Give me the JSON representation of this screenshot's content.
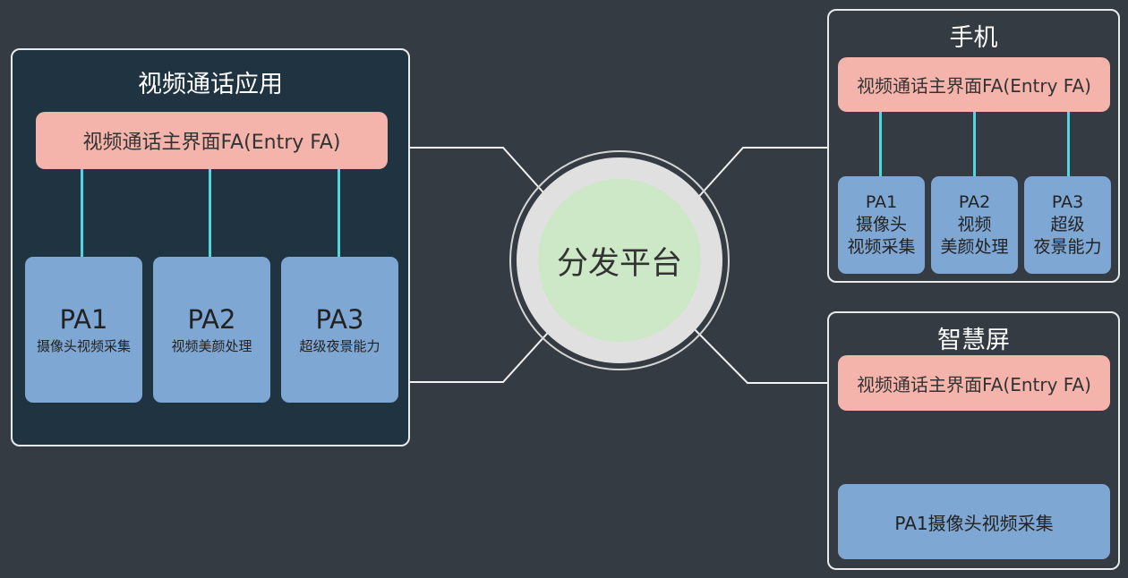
{
  "hub": {
    "label": "分发平台"
  },
  "left_panel": {
    "title": "视频通话应用",
    "fa_label": "视频通话主界面FA(Entry FA)",
    "pas": [
      {
        "id": "PA1",
        "desc": "摄像头视频采集"
      },
      {
        "id": "PA2",
        "desc": "视频美颜处理"
      },
      {
        "id": "PA3",
        "desc": "超级夜景能力"
      }
    ]
  },
  "phone_panel": {
    "title": "手机",
    "fa_label": "视频通话主界面FA(Entry FA)",
    "pas": [
      {
        "id": "PA1",
        "line1": "摄像头",
        "line2": "视频采集"
      },
      {
        "id": "PA2",
        "line1": "视频",
        "line2": "美颜处理"
      },
      {
        "id": "PA3",
        "line1": "超级",
        "line2": "夜景能力"
      }
    ]
  },
  "screen_panel": {
    "title": "智慧屏",
    "fa_label": "视频通话主界面FA(Entry FA)",
    "pa_label": "PA1摄像头视频采集"
  },
  "colors": {
    "background": "#343b42",
    "fa_fill": "#f4b4ab",
    "pa_fill": "#7fa7d3",
    "connector": "#4fd6e0",
    "hub_fill": "#cce8c6"
  }
}
